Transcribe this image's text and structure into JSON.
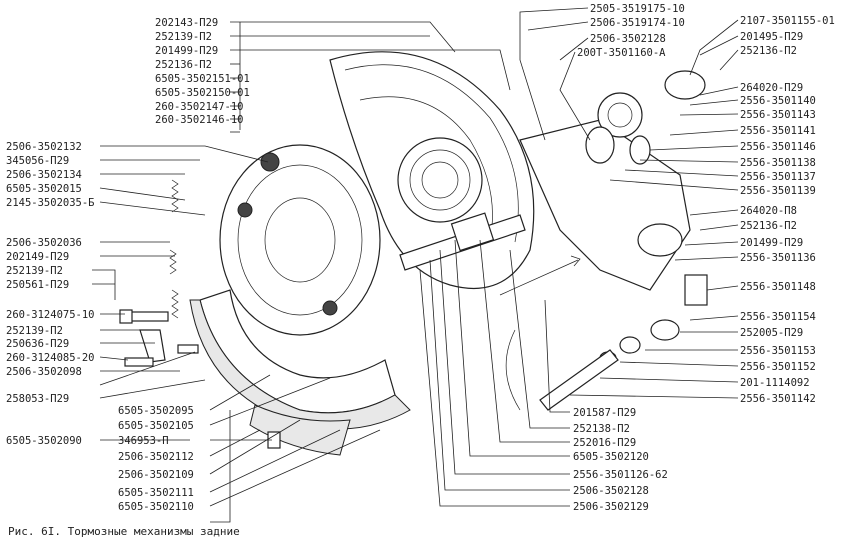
{
  "caption": "Рис. 6I. Тормозные механизмы задние",
  "labels_left": [
    "202143-П29",
    "252139-П2",
    "201499-П29",
    "252136-П2",
    "6505-3502151-01",
    "6505-3502150-01",
    "260-3502147-10",
    "260-3502146-10",
    "2506-3502132",
    "345056-П29",
    "2506-3502134",
    "6505-3502015",
    "2145-3502035-Б",
    "2506-3502036",
    "202149-П29",
    "252139-П2",
    "250561-П29",
    "260-3124075-10",
    "252139-П2",
    "250636-П29",
    "260-3124085-20",
    "2506-3502098",
    "258053-П29",
    "6505-3502095",
    "6505-3502105",
    "346953-П",
    "6505-3502090",
    "2506-3502112",
    "2506-3502109",
    "6505-3502111",
    "6505-3502110"
  ],
  "labels_right": [
    "2505-3519175-10",
    "2506-3519174-10",
    "2506-3502128",
    "200Т-3501160-А",
    "2107-3501155-01",
    "201495-П29",
    "252136-П2",
    "264020-П29",
    "2556-3501140",
    "2556-3501143",
    "2556-3501141",
    "2556-3501146",
    "2556-3501138",
    "2556-3501137",
    "2556-3501139",
    "264020-П8",
    "252136-П2",
    "201499-П29",
    "2556-3501136",
    "2556-3501148",
    "2556-3501154",
    "252005-П29",
    "2556-3501153",
    "2556-3501152",
    "201-1114092",
    "2556-3501142"
  ],
  "labels_bottom": [
    "201587-П29",
    "252138-П2",
    "252016-П29",
    "6505-3502120",
    "2556-3501126-62",
    "2506-3502128",
    "2506-3502129"
  ]
}
